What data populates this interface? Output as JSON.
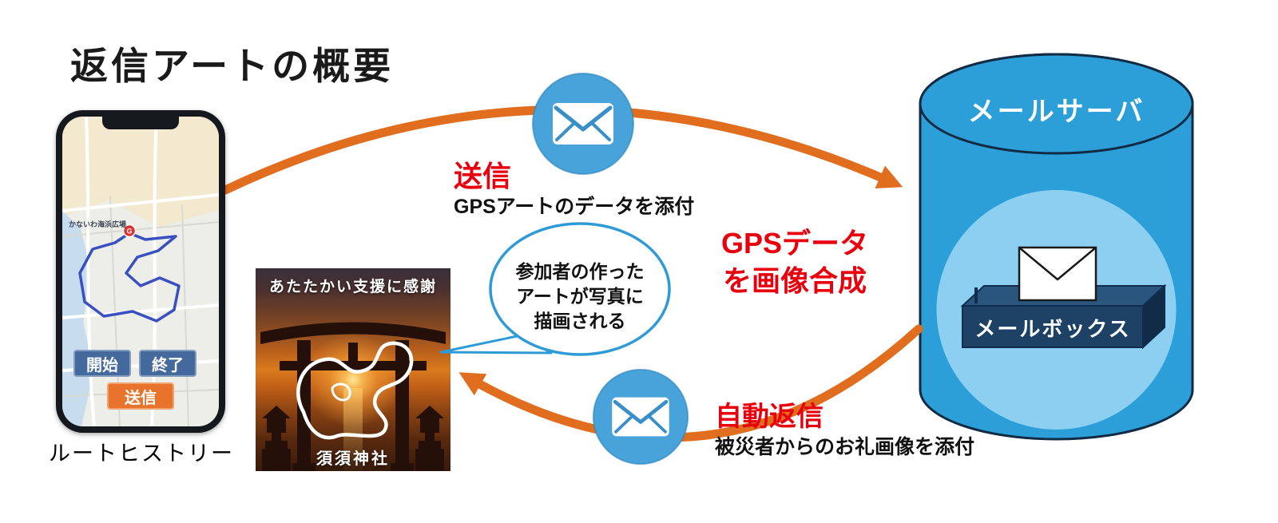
{
  "title": "返信アートの概要",
  "colors": {
    "arrow_orange": "#e06e1e",
    "text_red": "#e8000d",
    "mail_circle_blue": "#47a3d9",
    "server_blue": "#2c9fd8",
    "server_inner_blue": "#8ccff0",
    "mailbox_navy": "#1e4266",
    "route_blue": "#3a50c2",
    "button_blue": "#44699c",
    "button_orange": "#e8732c"
  },
  "phone": {
    "label": "ルートヒストリー",
    "map_place_label": "かないわ海浜広場",
    "marker": "G",
    "buttons": {
      "start": "開始",
      "end": "終了",
      "send": "送信"
    }
  },
  "send_flow": {
    "title": "送信",
    "desc": "GPSアートのデータを添付"
  },
  "compose_note": {
    "line1": "GPSデータ",
    "line2": "を画像合成"
  },
  "server": {
    "title": "メールサーバ",
    "mailbox": "メールボックス"
  },
  "bubble": {
    "lines": [
      "参加者の作った",
      "アートが写真に",
      "描画される"
    ]
  },
  "photo": {
    "top_caption": "あたたかい支援に感謝",
    "bottom_caption": "須須神社"
  },
  "reply_flow": {
    "title": "自動返信",
    "desc": "被災者からのお礼画像を添付"
  }
}
